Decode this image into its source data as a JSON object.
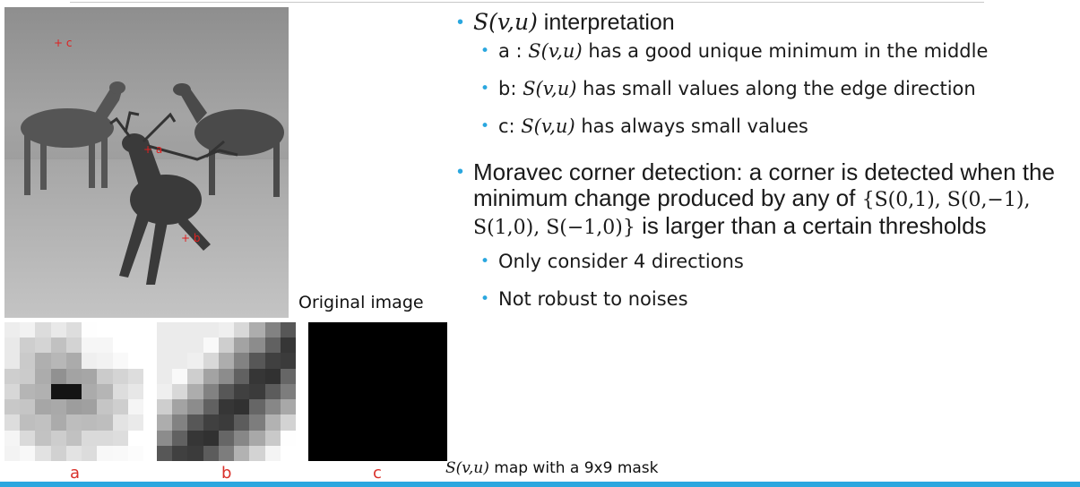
{
  "photo": {
    "markers": [
      {
        "id": "c",
        "label": "+ c"
      },
      {
        "id": "a",
        "label": "+ a"
      },
      {
        "id": "b",
        "label": "+ b"
      }
    ]
  },
  "original_label": "Original image",
  "patches": [
    {
      "label": "a"
    },
    {
      "label": "b"
    },
    {
      "label": "c"
    }
  ],
  "map_caption": {
    "math": "S(v,u)",
    "text": " map with a 9x9 mask"
  },
  "bullets": {
    "interp": {
      "math": "S(v,u)",
      "text": " interpretation"
    },
    "sub_a": {
      "pre": "a : ",
      "math": "S(v,u)",
      "post": " has a good unique minimum in the middle"
    },
    "sub_b": {
      "pre": " b: ",
      "math": "S(v,u)",
      "post": " has small values along the edge direction"
    },
    "sub_c": {
      "pre": "c: ",
      "math": "S(v,u)",
      "post": " has always small values"
    },
    "moravec": {
      "pre": "Moravec corner detection: a corner is detected when the minimum change produced by any of ",
      "math": "{S(0,1), S(0,−1), S(1,0), S(−1,0)}",
      "post": " is larger than a certain thresholds"
    },
    "sub_dirs": "Only consider 4 directions",
    "sub_noise": " Not robust to noises"
  },
  "colors": {
    "accent": "#2aa7df",
    "marker": "#e02020",
    "caption": "#d9302a"
  }
}
